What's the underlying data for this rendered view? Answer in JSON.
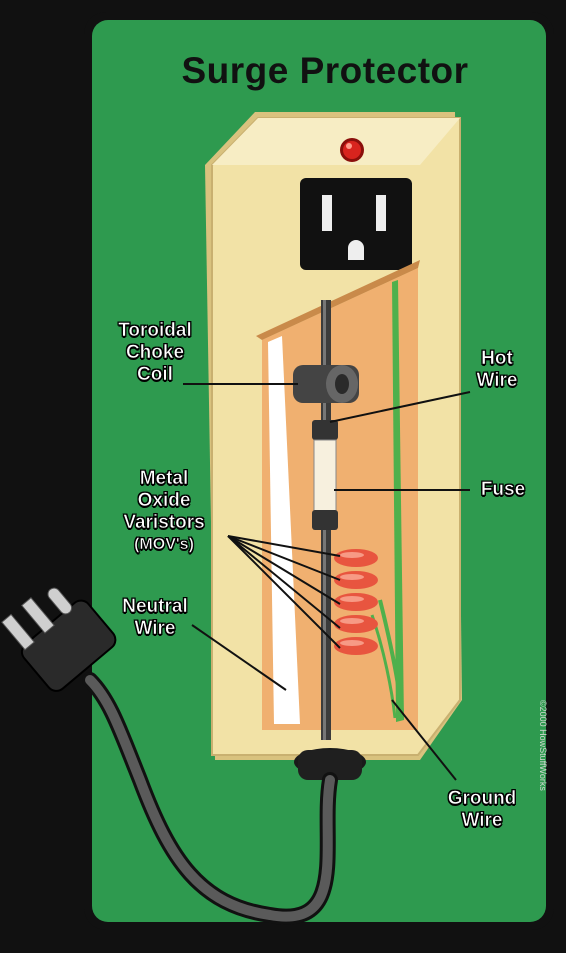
{
  "title": "Surge Protector",
  "labels": {
    "choke": [
      "Toroidal",
      "Choke",
      "Coil"
    ],
    "hot_wire": [
      "Hot",
      "Wire"
    ],
    "fuse": "Fuse",
    "mov": [
      "Metal",
      "Oxide",
      "Varistors",
      "(MOV's)"
    ],
    "neutral_wire": [
      "Neutral",
      "Wire"
    ],
    "ground_wire": [
      "Ground",
      "Wire"
    ]
  },
  "credit": "©2000 HowStuffWorks",
  "colors": {
    "background": "#2e9a4f",
    "frame": "#111111",
    "housing": "#f2e2a6",
    "interior": "#f0b070",
    "ground_wire": "#4fb04c",
    "mov": "#e8553f",
    "indicator": "#d8241e"
  },
  "icons": [
    "indicator-light-icon",
    "outlet-icon",
    "plug-icon"
  ]
}
